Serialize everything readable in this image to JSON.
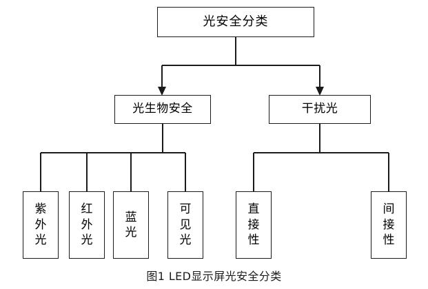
{
  "figure": {
    "caption": "图1  LED显示屏光安全分类",
    "background_color": "#ffffff",
    "line_color": "#1a1a1a"
  },
  "diagram": {
    "type": "tree-hierarchy",
    "root": {
      "label": "光安全分类"
    },
    "level2": [
      {
        "label": "光生物安全"
      },
      {
        "label": "干扰光"
      }
    ],
    "level3": [
      {
        "label": "紫\n外\n光",
        "parent": "光生物安全"
      },
      {
        "label": "红\n外\n光",
        "parent": "光生物安全"
      },
      {
        "label": "蓝\n光",
        "parent": "光生物安全"
      },
      {
        "label": "可\n见\n光",
        "parent": "光生物安全"
      },
      {
        "label": "直\n接\n性",
        "parent": "干扰光"
      },
      {
        "label": "间\n接\n性",
        "parent": "干扰光"
      }
    ]
  }
}
